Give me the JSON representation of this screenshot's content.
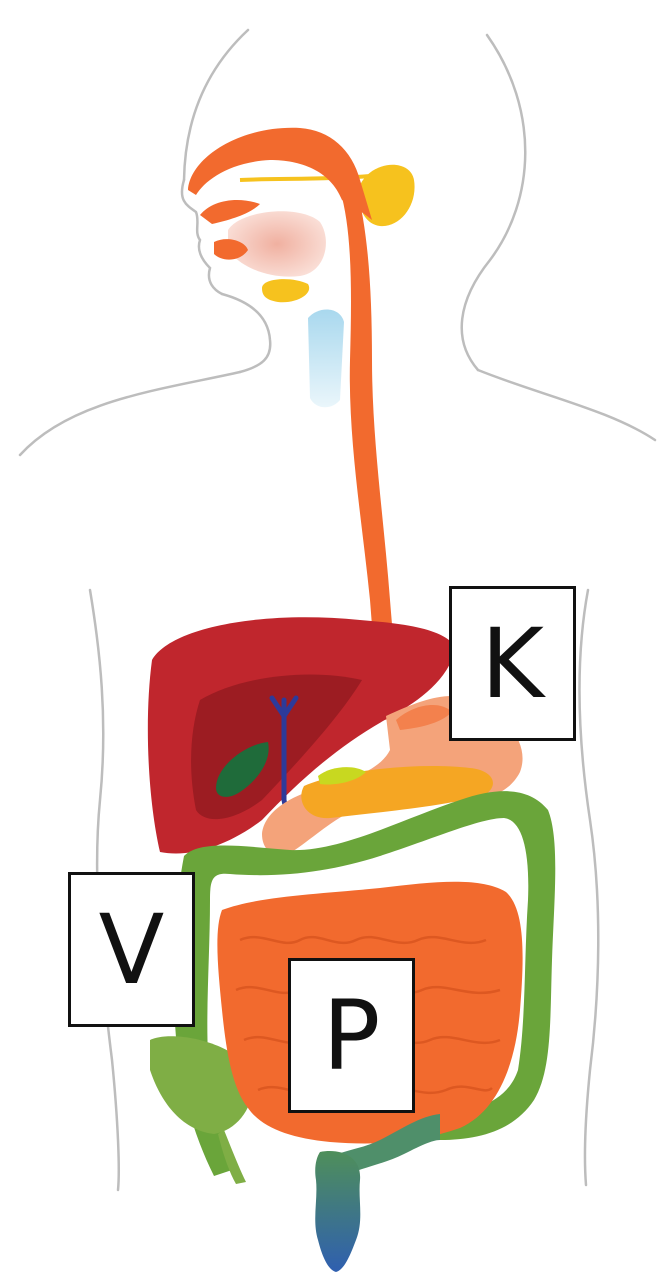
{
  "labels": {
    "k": "K",
    "v": "V",
    "p": "P"
  },
  "colors": {
    "outline": "#bdbdbd",
    "esophagus": "#f26a2e",
    "liver": "#c0262d",
    "liver_dark": "#9c1c22",
    "gallbladder": "#1f6b3a",
    "bile_duct": "#2d3a9a",
    "stomach": "#f4a37a",
    "pancreas": "#f5a623",
    "small_intestine": "#f26a2e",
    "large_intestine": "#6aa53a",
    "rectum": "#2f6fa8",
    "salivary_gland": "#f6c21e",
    "trachea": "#bfe3f2"
  },
  "icons": {
    "body_outline": "human-torso-outline",
    "organs": "digestive-system"
  }
}
